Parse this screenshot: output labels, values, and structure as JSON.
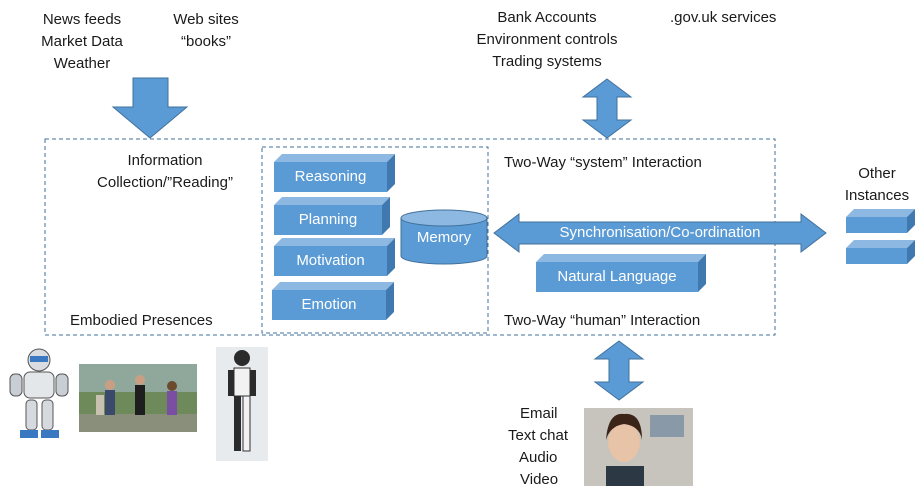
{
  "sources_left": {
    "col1": [
      "News feeds",
      "Market Data",
      "Weather"
    ],
    "col2": [
      "Web sites",
      "“books”"
    ]
  },
  "sources_top": {
    "col1": [
      "Bank Accounts",
      "Environment controls",
      "Trading systems"
    ],
    "col2": ".gov.uk services"
  },
  "labels": {
    "information": [
      "Information",
      "Collection/”Reading”"
    ],
    "system_interaction": "Two-Way “system” Interaction",
    "embodied": "Embodied Presences",
    "human_interaction": "Two-Way “human” Interaction",
    "other_instances": [
      "Other",
      "Instances"
    ]
  },
  "modules": [
    "Reasoning",
    "Planning",
    "Motivation",
    "Emotion"
  ],
  "memory": "Memory",
  "sync": "Synchronisation/Co-ordination",
  "natural_language": "Natural Language",
  "human_channels": [
    "Email",
    "Text chat",
    "Audio",
    "Video"
  ],
  "colors": {
    "box_fill": "#5b9bd5",
    "box_top": "#8db8e2",
    "box_side": "#3f79b0",
    "dashed": "#41719c"
  }
}
